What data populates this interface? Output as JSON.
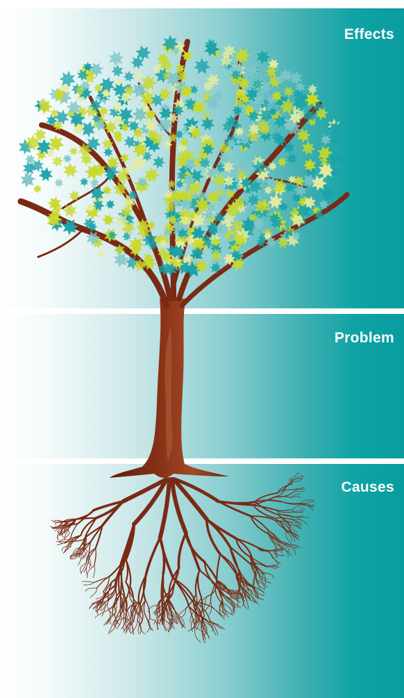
{
  "sections": {
    "effects": {
      "label": "Effects"
    },
    "problem": {
      "label": "Problem"
    },
    "causes": {
      "label": "Causes"
    }
  },
  "colors": {
    "teal": "#0a9c9e",
    "trunk": "#7a2a14",
    "leaf_teal": "#1aa3a8",
    "leaf_lime": "#c9d82a",
    "leaf_pale": "#e6eb9e"
  }
}
